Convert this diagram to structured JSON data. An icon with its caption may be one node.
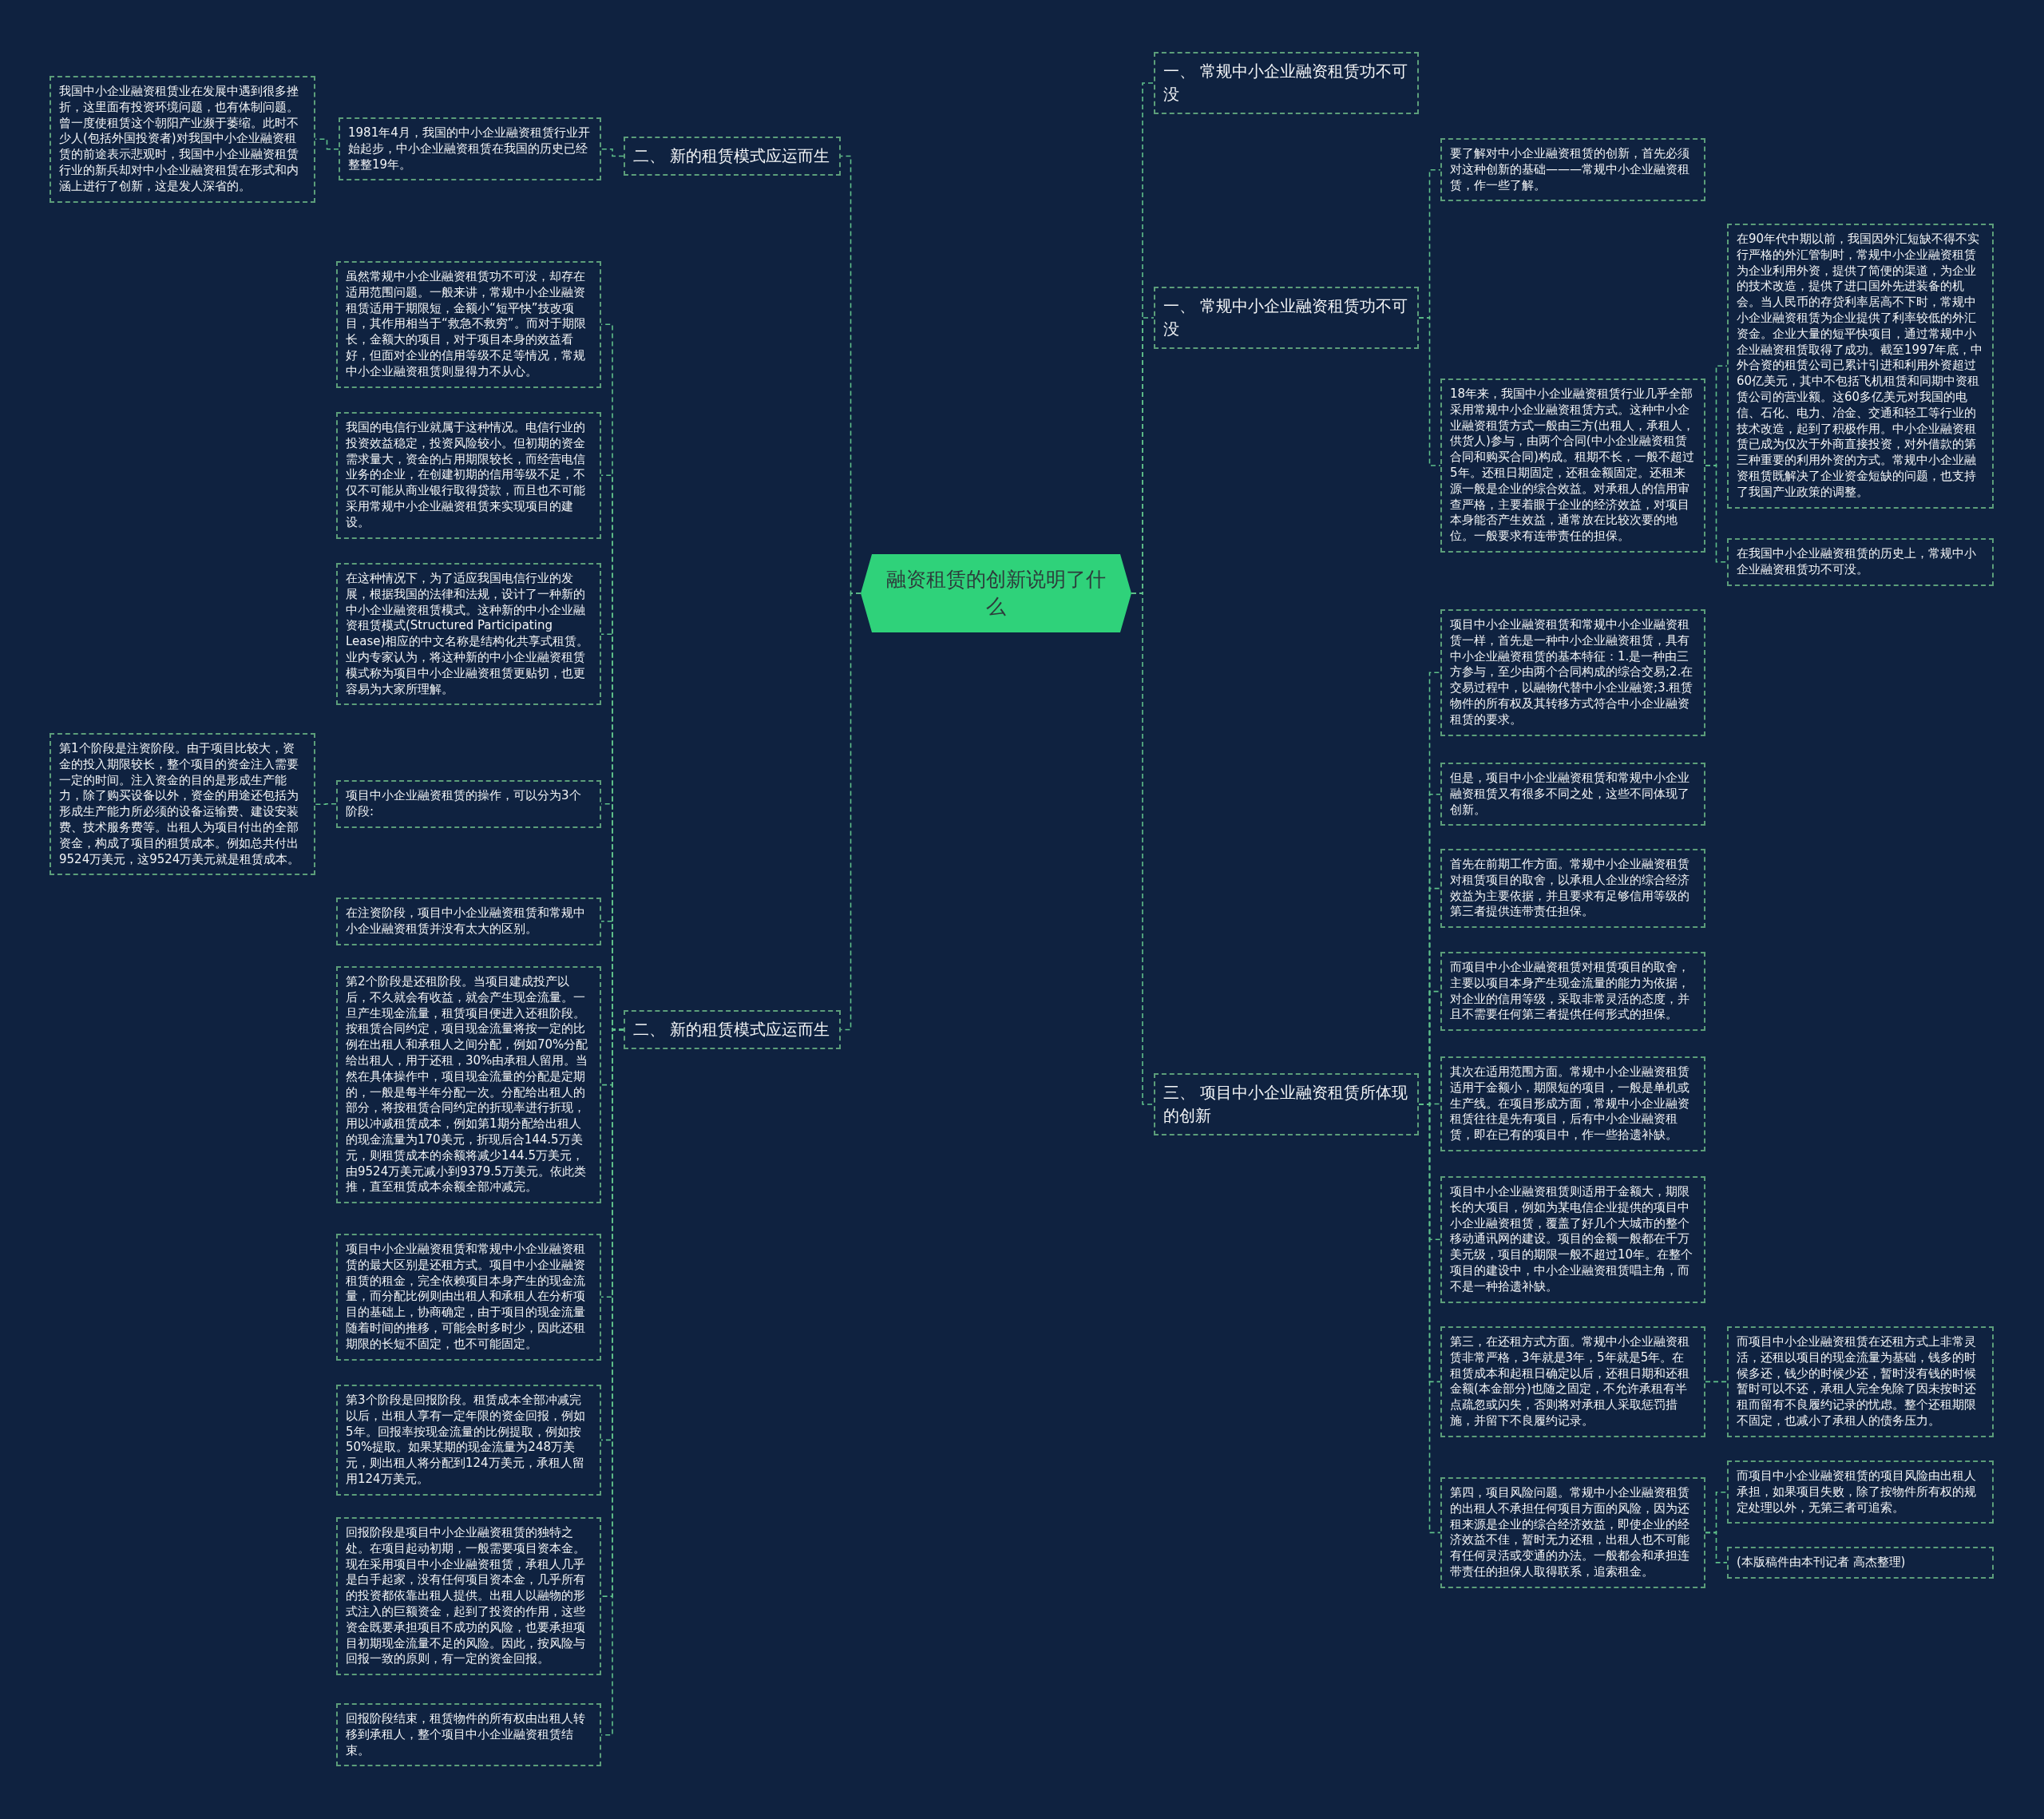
{
  "diagram": {
    "nodes": [
      {
        "text": [
          "融资租赁的创新说明了什么"
        ]
      },
      {
        "text": [
          "二、 新的租赁模式应运而生"
        ]
      },
      {
        "text": [
          "1981年4月，我国的中小企业融资租赁行业开始起步，中小企业融资租赁在我国的历史已经整整19年。"
        ]
      },
      {
        "text": [
          "我国中小企业融资租赁业在发展中遇到很多挫折，这里面有投资环境问题，也有体制问题。曾一度使租赁这个朝阳产业濒于萎缩。此时不少人(包括外国投资者)对我国中小企业融资租赁的前途表示悲观时，我国中小企业融资租赁行业的新兵却对中小企业融资租赁在形式和内涵上进行了创新，这是发人深省的。"
        ]
      },
      {
        "text": [
          "二、 新的租赁模式应运而生"
        ]
      },
      {
        "text": [
          "虽然常规中小企业融资租赁功不可没，却存在适用范围问题。一般来讲，常规中小企业融资租赁适用于期限短，金额小“短平快”技改项目，其作用相当于“救急不救穷”。而对于期限长，金额大的项目，对于项目本身的效益看好，但面对企业的信用等级不足等情况，常规中小企业融资租赁则显得力不从心。"
        ]
      },
      {
        "text": [
          "我国的电信行业就属于这种情况。电信行业的投资效益稳定，投资风险较小。但初期的资金需求量大，资金的占用期限较长，而经营电信业务的企业，在创建初期的信用等级不足，不仅不可能从商业银行取得贷款，而且也不可能采用常规中小企业融资租赁来实现项目的建设。"
        ]
      },
      {
        "text": [
          "在这种情况下，为了适应我国电信行业的发展，根据我国的法律和法规，设计了一种新的中小企业融资租赁模式。这种新的中小企业融资租赁模式(Structured Participating Lease)相应的中文名称是结构化共享式租赁。业内专家认为，将这种新的中小企业融资租赁模式称为项目中小企业融资租赁更贴切，也更容易为大家所理解。"
        ]
      },
      {
        "text": [
          "项目中小企业融资租赁的操作，可以分为3个阶段:"
        ]
      },
      {
        "text": [
          "第1个阶段是注资阶段。由于项目比较大，资金的投入期限较长，整个项目的资金注入需要一定的时间。注入资金的目的是形成生产能力，除了购买设备以外，资金的用途还包括为形成生产能力所必须的设备运输费、建设安装费、技术服务费等。出租人为项目付出的全部资金，构成了项目的租赁成本。例如总共付出9524万美元，这9524万美元就是租赁成本。"
        ]
      },
      {
        "text": [
          "在注资阶段，项目中小企业融资租赁和常规中小企业融资租赁并没有太大的区别。"
        ]
      },
      {
        "text": [
          "第2个阶段是还租阶段。当项目建成投产以后，不久就会有收益，就会产生现金流量。一旦产生现金流量，租赁项目便进入还租阶段。按租赁合同约定，项目现金流量将按一定的比例在出租人和承租人之间分配，例如70%分配给出租人，用于还租，30%由承租人留用。当然在具体操作中，项目现金流量的分配是定期的，一般是每半年分配一次。分配给出租人的部分，将按租赁合同约定的折现率进行折现，用以冲减租赁成本，例如第1期分配给出租人的现金流量为170美元，折现后合144.5万美元，则租赁成本的余额将减少144.5万美元，由9524万美元减小到9379.5万美元。依此类推，直至租赁成本余额全部冲减完。"
        ]
      },
      {
        "text": [
          "项目中小企业融资租赁和常规中小企业融资租赁的最大区别是还租方式。项目中小企业融资租赁的租金，完全依赖项目本身产生的现金流量，而分配比例则由出租人和承租人在分析项目的基础上，协商确定，由于项目的现金流量随着时间的推移，可能会时多时少，因此还租期限的长短不固定，也不可能固定。"
        ]
      },
      {
        "text": [
          "第3个阶段是回报阶段。租赁成本全部冲减完以后，出租人享有一定年限的资金回报，例如5年。回报率按现金流量的比例提取，例如按50%提取。如果某期的现金流量为248万美元，则出租人将分配到124万美元，承租人留用124万美元。"
        ]
      },
      {
        "text": [
          "回报阶段是项目中小企业融资租赁的独特之处。在项目起动初期，一般需要项目资本金。现在采用项目中小企业融资租赁，承租人几乎是白手起家，没有任何项目资本金，几乎所有的投资都依靠出租人提供。出租人以融物的形式注入的巨额资金，起到了投资的作用，这些资金既要承担项目不成功的风险，也要承担项目初期现金流量不足的风险。因此，按风险与回报一致的原则，有一定的资金回报。"
        ]
      },
      {
        "text": [
          "回报阶段结束，租赁物件的所有权由出租人转移到承租人，整个项目中小企业融资租赁结束。"
        ]
      },
      {
        "text": [
          "一、 常规中小企业融资租赁功不可没"
        ]
      },
      {
        "text": [
          "一、 常规中小企业融资租赁功不可没"
        ]
      },
      {
        "text": [
          "要了解对中小企业融资租赁的创新，首先必须对这种创新的基础———常规中小企业融资租赁，作一些了解。"
        ]
      },
      {
        "text": [
          "18年来，我国中小企业融资租赁行业几乎全部采用常规中小企业融资租赁方式。这种中小企业融资租赁方式一般由三方(出租人，承租人，供货人)参与，由两个合同(中小企业融资租赁合同和购买合同)构成。租期不长，一般不超过5年。还租日期固定，还租金额固定。还租来源一般是企业的综合效益。对承租人的信用审查严格，主要着眼于企业的经济效益，对项目本身能否产生效益，通常放在比较次要的地位。一般要求有连带责任的担保。"
        ]
      },
      {
        "text": [
          "在90年代中期以前，我国因外汇短缺不得不实行严格的外汇管制时，常规中小企业融资租赁为企业利用外资，提供了简便的渠道，为企业的技术改造，提供了进口国外先进装备的机会。当人民币的存贷利率居高不下时，常规中小企业融资租赁为企业提供了利率较低的外汇资金。企业大量的短平快项目，通过常规中小企业融资租赁取得了成功。截至1997年底，中外合资的租赁公司已累计引进和利用外资超过60亿美元，其中不包括飞机租赁和同期中资租赁公司的营业额。这60多亿美元对我国的电信、石化、电力、冶金、交通和轻工等行业的技术改造，起到了积极作用。中小企业融资租赁已成为仅次于外商直接投资，对外借款的第三种重要的利用外资的方式。常规中小企业融资租赁既解决了企业资金短缺的问题，也支持了我国产业政策的调整。"
        ]
      },
      {
        "text": [
          "在我国中小企业融资租赁的历史上，常规中小企业融资租赁功不可没。"
        ]
      },
      {
        "text": [
          "三、 项目中小企业融资租赁所体现的创新"
        ]
      },
      {
        "text": [
          "项目中小企业融资租赁和常规中小企业融资租赁一样，首先是一种中小企业融资租赁，具有中小企业融资租赁的基本特征：1.是一种由三方参与，至少由两个合同构成的综合交易;2.在交易过程中，以融物代替中小企业融资;3.租赁物件的所有权及其转移方式符合中小企业融资租赁的要求。"
        ]
      },
      {
        "text": [
          "但是，项目中小企业融资租赁和常规中小企业融资租赁又有很多不同之处，这些不同体现了创新。"
        ]
      },
      {
        "text": [
          "首先在前期工作方面。常规中小企业融资租赁对租赁项目的取舍，以承租人企业的综合经济效益为主要依据，并且要求有足够信用等级的第三者提供连带责任担保。"
        ]
      },
      {
        "text": [
          "而项目中小企业融资租赁对租赁项目的取舍，主要以项目本身产生现金流量的能力为依据，对企业的信用等级，采取非常灵活的态度，并且不需要任何第三者提供任何形式的担保。"
        ]
      },
      {
        "text": [
          "其次在适用范围方面。常规中小企业融资租赁适用于金额小，期限短的项目，一般是单机或生产线。在项目形成方面，常规中小企业融资租赁往往是先有项目，后有中小企业融资租赁，即在已有的项目中，作一些拾遗补缺。"
        ]
      },
      {
        "text": [
          "项目中小企业融资租赁则适用于金额大，期限长的大项目，例如为某电信企业提供的项目中小企业融资租赁，覆盖了好几个大城市的整个移动通讯网的建设。项目的金额一般都在千万美元级，项目的期限一般不超过10年。在整个项目的建设中，中小企业融资租赁唱主角，而不是一种拾遗补缺。"
        ]
      },
      {
        "text": [
          "第三，在还租方式方面。常规中小企业融资租赁非常严格，3年就是3年，5年就是5年。在租赁成本和起租日确定以后，还租日期和还租金额(本金部分)也随之固定，不允许承租有半点疏忽或闪失，否则将对承租人采取惩罚措施，并留下不良履约记录。"
        ]
      },
      {
        "text": [
          "而项目中小企业融资租赁在还租方式上非常灵活，还租以项目的现金流量为基础，钱多的时候多还，钱少的时候少还，暂时没有钱的时候暂时可以不还，承租人完全免除了因未按时还租而留有不良履约记录的忧虑。整个还租期限不固定，也减小了承租人的债务压力。"
        ]
      },
      {
        "text": [
          "第四，项目风险问题。常规中小企业融资租赁的出租人不承担任何项目方面的风险，因为还租来源是企业的综合经济效益，即使企业的经济效益不佳，暂时无力还租，出租人也不可能有任何灵活或变通的办法。一般都会和承担连带责任的担保人取得联系，追索租金。"
        ]
      },
      {
        "text": [
          "而项目中小企业融资租赁的项目风险由出租人承担，如果项目失败，除了按物件所有权的规定处理以外，无第三者可追索。"
        ]
      },
      {
        "text": [
          "(本版稿件由本刊记者 高杰整理)"
        ]
      }
    ],
    "edges": [
      {
        "from": 0,
        "to": 1,
        "arrow": "none"
      },
      {
        "from": 1,
        "to": 2,
        "arrow": "none"
      },
      {
        "from": 2,
        "to": 3,
        "arrow": "none"
      },
      {
        "from": 0,
        "to": 4,
        "arrow": "none"
      },
      {
        "from": 4,
        "to": 5,
        "arrow": "none"
      },
      {
        "from": 4,
        "to": 6,
        "arrow": "none"
      },
      {
        "from": 4,
        "to": 7,
        "arrow": "none"
      },
      {
        "from": 4,
        "to": 8,
        "arrow": "none"
      },
      {
        "from": 8,
        "to": 9,
        "arrow": "none"
      },
      {
        "from": 4,
        "to": 10,
        "arrow": "none"
      },
      {
        "from": 4,
        "to": 11,
        "arrow": "none"
      },
      {
        "from": 4,
        "to": 12,
        "arrow": "none"
      },
      {
        "from": 4,
        "to": 13,
        "arrow": "none"
      },
      {
        "from": 4,
        "to": 14,
        "arrow": "none"
      },
      {
        "from": 4,
        "to": 15,
        "arrow": "none"
      },
      {
        "from": 0,
        "to": 16,
        "arrow": "none"
      },
      {
        "from": 0,
        "to": 17,
        "arrow": "none"
      },
      {
        "from": 17,
        "to": 18,
        "arrow": "none"
      },
      {
        "from": 17,
        "to": 19,
        "arrow": "none"
      },
      {
        "from": 19,
        "to": 20,
        "arrow": "none"
      },
      {
        "from": 19,
        "to": 21,
        "arrow": "none"
      },
      {
        "from": 0,
        "to": 22,
        "arrow": "none"
      },
      {
        "from": 22,
        "to": 23,
        "arrow": "none"
      },
      {
        "from": 22,
        "to": 24,
        "arrow": "none"
      },
      {
        "from": 22,
        "to": 25,
        "arrow": "none"
      },
      {
        "from": 22,
        "to": 26,
        "arrow": "none"
      },
      {
        "from": 22,
        "to": 27,
        "arrow": "none"
      },
      {
        "from": 22,
        "to": 28,
        "arrow": "none"
      },
      {
        "from": 22,
        "to": 29,
        "arrow": "none"
      },
      {
        "from": 29,
        "to": 30,
        "arrow": "none"
      },
      {
        "from": 22,
        "to": 31,
        "arrow": "none"
      },
      {
        "from": 31,
        "to": 32,
        "arrow": "none"
      },
      {
        "from": 31,
        "to": 33,
        "arrow": "none"
      }
    ]
  }
}
